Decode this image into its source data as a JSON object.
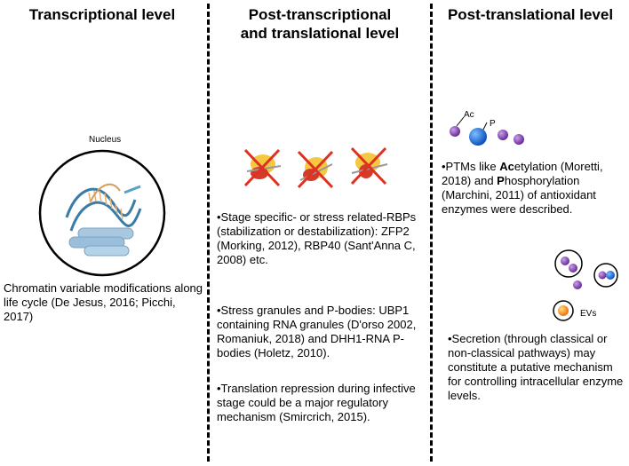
{
  "columns": {
    "transcriptional": {
      "header": "Transcriptional level",
      "nucleus_label": "Nucleus",
      "text": "Chromatin variable modifications along life cycle (De Jesus, 2016; Picchi, 2017)"
    },
    "post_transcriptional": {
      "header_line1": "Post-transcriptional",
      "header_line2": "and translational level",
      "p1": "•Stage specific- or stress related-RBPs (stabilization or destabilization): ZFP2 (Morking, 2012),  RBP40 (Sant'Anna C, 2008) etc.",
      "p2": "•Stress granules and P-bodies: UBP1 containing RNA granules (D'orso 2002, Romaniuk, 2018) and  DHH1-RNA  P-bodies (Holetz, 2010).",
      "p3": "•Translation repression during infective stage could be a major regulatory mechanism (Smircrich, 2015)."
    },
    "post_translational": {
      "header": "Post-translational level",
      "ac_label": "Ac",
      "p_label": "P",
      "ptm_bullet": "•PTMs like ",
      "ac_bold": "Ac",
      "ac_rest": "etylation (Moretti, 2018) and ",
      "p_bold": "P",
      "p_rest": "hosphorylation (Marchini, 2011) of antioxidant enzymes were described.",
      "evs_label": "EVs",
      "secretion": "•Secretion (through classical or non-classical pathways) may constitute a putative mechanism for controlling intracellular enzyme levels."
    }
  }
}
